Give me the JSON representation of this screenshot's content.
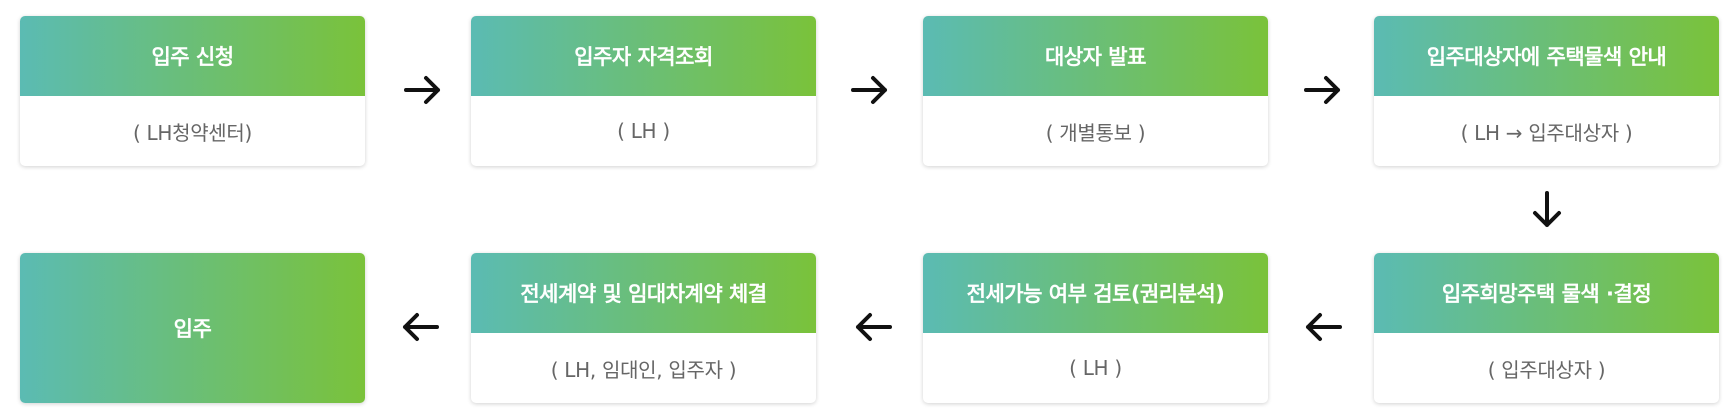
{
  "steps": [
    {
      "title": "입주 신청",
      "subtitle": "( LH청약센터)"
    },
    {
      "title": "입주자 자격조회",
      "subtitle": "( LH )"
    },
    {
      "title": "대상자 발표",
      "subtitle": "( 개별통보 )"
    },
    {
      "title": "입주대상자에 주택물색 안내",
      "subtitle": "( LH → 입주대상자 )"
    },
    {
      "title": "입주희망주택 물색 ·결정",
      "subtitle": "(  입주대상자 )"
    },
    {
      "title": "전세가능 여부 검토(권리분석)",
      "subtitle": "( LH )"
    },
    {
      "title": "전세계약 및 임대차계약 체결",
      "subtitle": "( LH, 임대인, 입주자 )"
    },
    {
      "title": "입주"
    }
  ],
  "colors": {
    "gradient_start": "#5bbbb3",
    "gradient_end": "#7ac23a",
    "subtitle_text": "#666666",
    "arrow": "#111111"
  },
  "icons": {
    "flow_arrow": "arrow-icon"
  }
}
